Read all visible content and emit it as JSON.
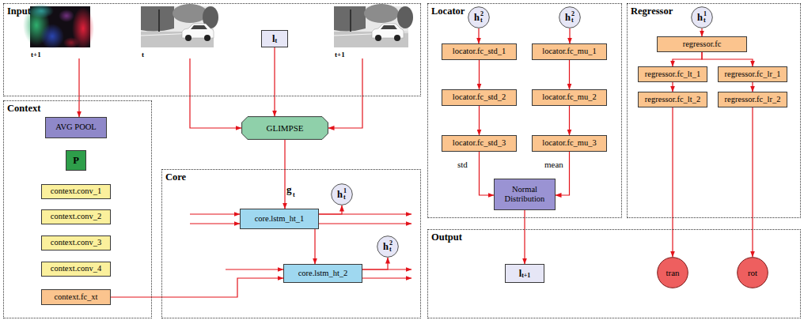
{
  "diagram": {
    "nodes": [
      {
        "text": [
          "Input"
        ]
      },
      {
        "text": [
          "t+1"
        ],
        "in": 0
      },
      {
        "text": [
          "t"
        ],
        "in": 0
      },
      {
        "text": [
          "l",
          "t"
        ],
        "in": 0
      },
      {
        "text": [
          "t+1"
        ],
        "in": 0
      },
      {
        "text": [
          "Locator"
        ]
      },
      {
        "text": [
          "h",
          "t",
          "2"
        ],
        "in": 5
      },
      {
        "text": [
          "h",
          "t",
          "2"
        ],
        "in": 5
      },
      {
        "text": [
          "locator.fc_std_1"
        ],
        "in": 5
      },
      {
        "text": [
          "locator.fc_mu_1"
        ],
        "in": 5
      },
      {
        "text": [
          "locator.fc_std_2"
        ],
        "in": 5
      },
      {
        "text": [
          "locator.fc_mu_2"
        ],
        "in": 5
      },
      {
        "text": [
          "locator.fc_std_3"
        ],
        "in": 5
      },
      {
        "text": [
          "locator.fc_mu_3"
        ],
        "in": 5
      },
      {
        "text": [
          "Regressor"
        ]
      },
      {
        "text": [
          "h",
          "t",
          "1"
        ],
        "in": 14
      },
      {
        "text": [
          "regressor.fc"
        ],
        "in": 14
      },
      {
        "text": [
          "regressor.fc_lt_1"
        ],
        "in": 14
      },
      {
        "text": [
          "regressor.fc_lr_1"
        ],
        "in": 14
      },
      {
        "text": [
          "regressor.fc_lt_2"
        ],
        "in": 14
      },
      {
        "text": [
          "regressor.fc_lr_2"
        ],
        "in": 14
      },
      {
        "text": [
          "Context"
        ]
      },
      {
        "text": [
          "AVG POOL"
        ],
        "in": 21
      },
      {
        "text": [
          "P"
        ],
        "in": 21
      },
      {
        "text": [
          "context.conv_1"
        ],
        "in": 21
      },
      {
        "text": [
          "context.conv_2"
        ],
        "in": 21
      },
      {
        "text": [
          "context.conv_3"
        ],
        "in": 21
      },
      {
        "text": [
          "context.conv_4"
        ],
        "in": 21
      },
      {
        "text": [
          "context.fc_xt"
        ],
        "in": 21
      },
      {
        "text": [
          "GLIMPSE"
        ]
      },
      {
        "text": [
          "Core"
        ]
      },
      {
        "text": [
          "core.lstm_ht_1"
        ],
        "in": 30
      },
      {
        "text": [
          "h",
          "t",
          "1"
        ],
        "in": 30
      },
      {
        "text": [
          "core.lstm_ht_2"
        ],
        "in": 30
      },
      {
        "text": [
          "h",
          "t",
          "2"
        ],
        "in": 30
      },
      {
        "text": [
          "Normal Distribution"
        ],
        "in": 5
      },
      {
        "text": [
          "Output"
        ]
      },
      {
        "text": [
          "l",
          "t+1"
        ],
        "in": 36
      },
      {
        "text": [
          "tran"
        ],
        "in": 36
      },
      {
        "text": [
          "rot"
        ],
        "in": 36
      }
    ],
    "edges": [
      {
        "from": 1,
        "to": 22,
        "arrow": "to"
      },
      {
        "from": 2,
        "to": 29,
        "arrow": "to"
      },
      {
        "from": 3,
        "to": 29,
        "arrow": "to"
      },
      {
        "from": 4,
        "to": 29,
        "arrow": "to"
      },
      {
        "from": 29,
        "to": 31,
        "arrow": "to"
      },
      {
        "from": 31,
        "to": 32,
        "arrow": "to"
      },
      {
        "from": 31,
        "to": 33,
        "arrow": "to"
      },
      {
        "from": 28,
        "to": 33,
        "arrow": "to"
      },
      {
        "from": 33,
        "to": 34,
        "arrow": "to"
      },
      {
        "from": 6,
        "to": 8,
        "arrow": "to"
      },
      {
        "from": 8,
        "to": 10,
        "arrow": "to"
      },
      {
        "from": 10,
        "to": 12,
        "arrow": "to"
      },
      {
        "from": 12,
        "to": 35,
        "arrow": "to"
      },
      {
        "from": 7,
        "to": 9,
        "arrow": "to"
      },
      {
        "from": 9,
        "to": 11,
        "arrow": "to"
      },
      {
        "from": 11,
        "to": 13,
        "arrow": "to"
      },
      {
        "from": 13,
        "to": 35,
        "arrow": "to"
      },
      {
        "from": 35,
        "to": 37,
        "arrow": "to"
      },
      {
        "from": 15,
        "to": 16,
        "arrow": "to"
      },
      {
        "from": 16,
        "to": 17,
        "arrow": "to"
      },
      {
        "from": 17,
        "to": 19,
        "arrow": "to"
      },
      {
        "from": 19,
        "to": 38,
        "arrow": "to"
      },
      {
        "from": 16,
        "to": 18,
        "arrow": "to"
      },
      {
        "from": 18,
        "to": 20,
        "arrow": "to"
      },
      {
        "from": 20,
        "to": 39,
        "arrow": "to"
      }
    ],
    "labels": [
      "g",
      "t",
      "std",
      "mean"
    ]
  }
}
